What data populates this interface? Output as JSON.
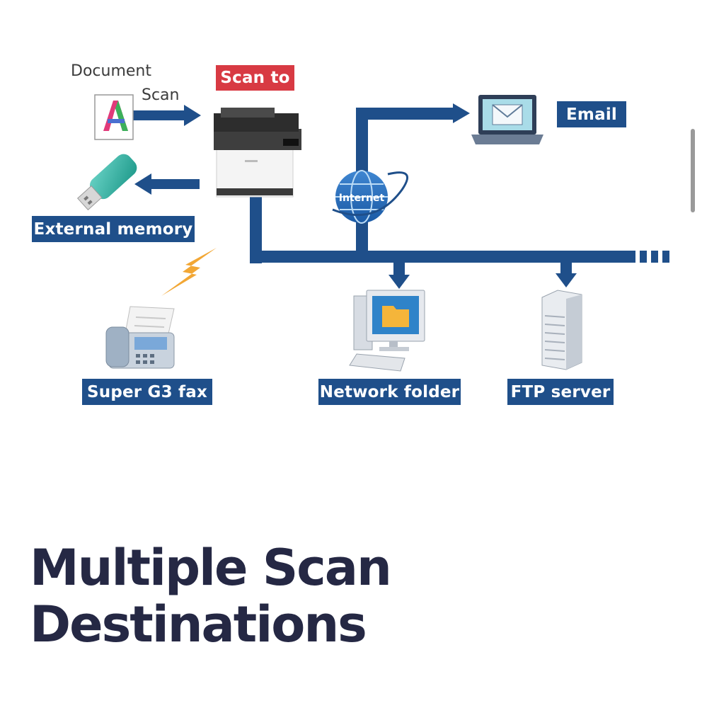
{
  "diagram": {
    "labels": {
      "document": "Document",
      "scan": "Scan",
      "scan_to": "Scan to",
      "email": "Email",
      "internet": "Internet",
      "external_memory": "External memory",
      "fax": "Super G3 fax",
      "network_folder": "Network folder",
      "ftp_server": "FTP server"
    },
    "icons": [
      "document-a-icon",
      "usb-drive-icon",
      "printer-icon",
      "laptop-email-icon",
      "globe-icon",
      "lightning-icon",
      "fax-machine-icon",
      "desktop-computer-icon",
      "server-tower-icon"
    ],
    "colors": {
      "line": "#1f4f8a",
      "tag_blue": "#1f4f8a",
      "tag_red": "#d83a43",
      "lightning": "#f2a735",
      "folder": "#f5b53a",
      "usb": "#3ab5a6"
    }
  },
  "page": {
    "heading_line1": "Multiple Scan",
    "heading_line2": "Destinations"
  }
}
